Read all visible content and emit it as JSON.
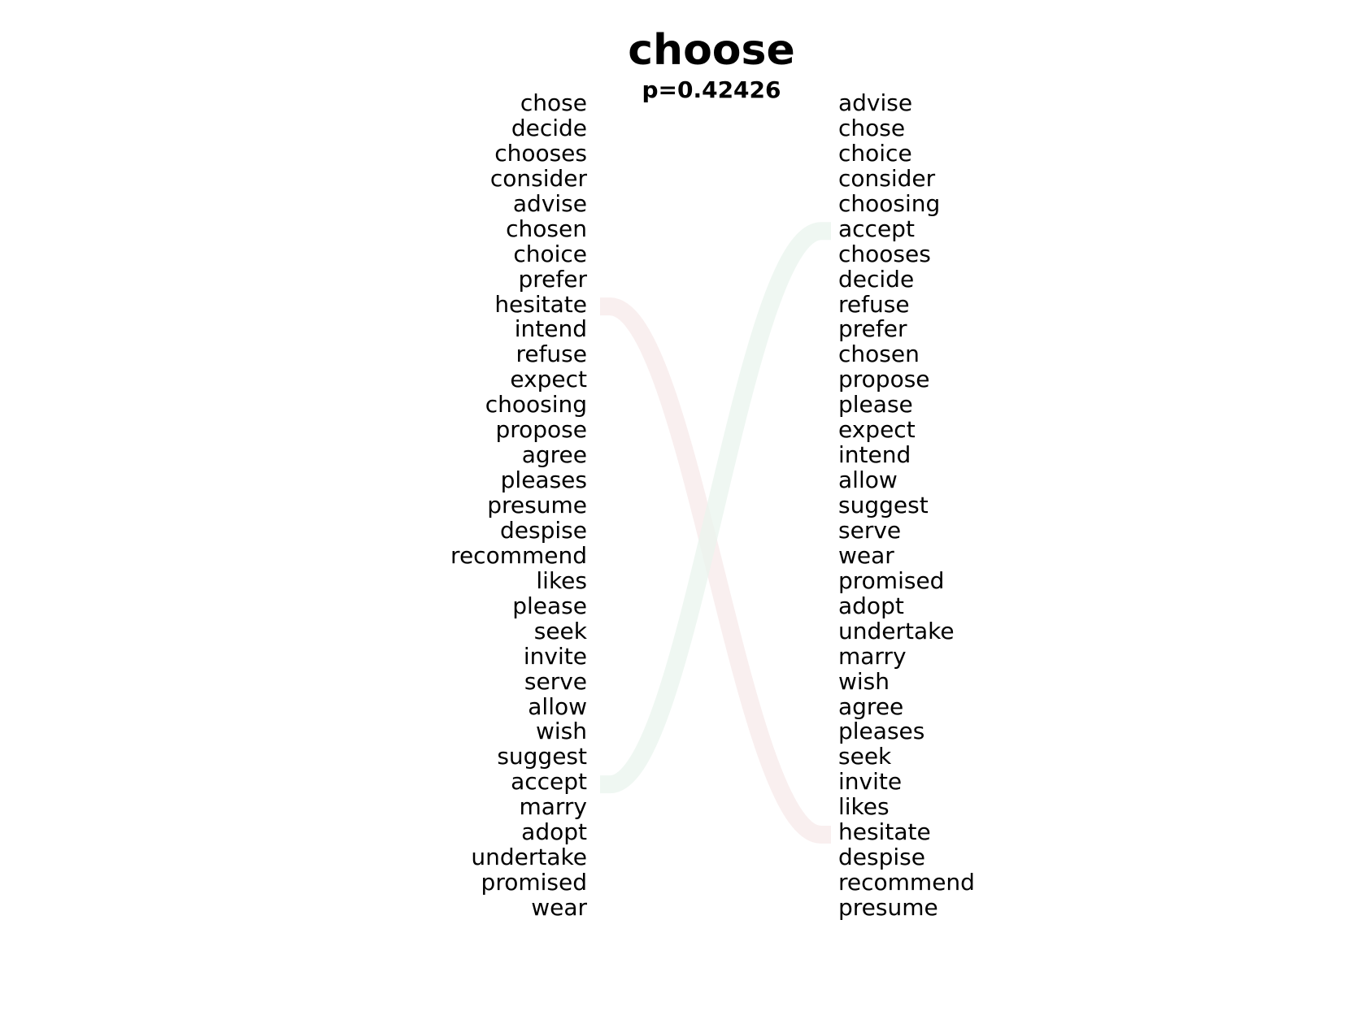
{
  "title": "choose",
  "subtitle": "p=0.42426",
  "left_words": [
    "chose",
    "decide",
    "chooses",
    "consider",
    "advise",
    "chosen",
    "choice",
    "prefer",
    "hesitate",
    "intend",
    "refuse",
    "expect",
    "choosing",
    "propose",
    "agree",
    "pleases",
    "presume",
    "despise",
    "recommend",
    "likes",
    "please",
    "seek",
    "invite",
    "serve",
    "allow",
    "wish",
    "suggest",
    "accept",
    "marry",
    "adopt",
    "undertake",
    "promised",
    "wear"
  ],
  "right_words": [
    "advise",
    "chose",
    "choice",
    "consider",
    "choosing",
    "accept",
    "chooses",
    "decide",
    "refuse",
    "prefer",
    "chosen",
    "propose",
    "please",
    "expect",
    "intend",
    "allow",
    "suggest",
    "serve",
    "wear",
    "promised",
    "adopt",
    "undertake",
    "marry",
    "wish",
    "agree",
    "pleases",
    "seek",
    "invite",
    "likes",
    "hesitate",
    "despise",
    "recommend",
    "presume"
  ],
  "connections": [
    {
      "from": "hesitate",
      "to": "hesitate",
      "color": "#f7e9e9"
    },
    {
      "from": "accept",
      "to": "accept",
      "color": "#e9f4ee"
    }
  ]
}
